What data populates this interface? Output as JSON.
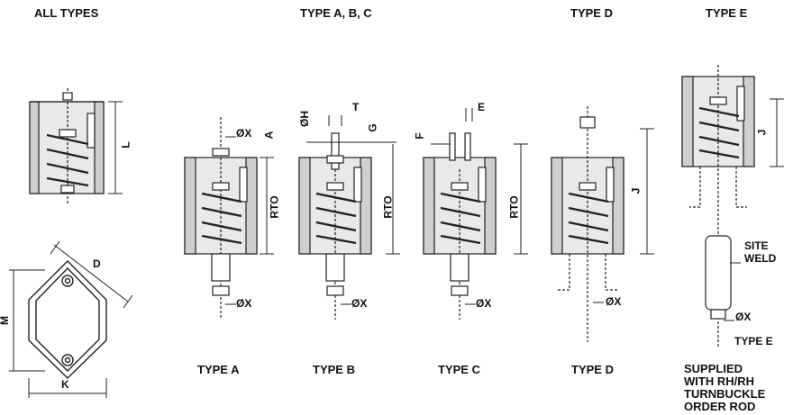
{
  "headers": {
    "all_types": "ALL TYPES",
    "type_abc": "TYPE A, B, C",
    "type_d": "TYPE D",
    "type_e": "TYPE E"
  },
  "captions": {
    "type_a": "TYPE A",
    "type_b": "TYPE B",
    "type_c": "TYPE C",
    "type_d": "TYPE D",
    "type_e_note": "SUPPLIED\nWITH RH/RH\nTURNBUCKLE\nORDER ROD"
  },
  "dims": {
    "L": "L",
    "M": "M",
    "K": "K",
    "D": "D",
    "ox": "ØX",
    "oh": "ØH",
    "A": "A",
    "T": "T",
    "G": "G",
    "F": "F",
    "E": "E",
    "J": "J",
    "rto": "RTO",
    "site_weld": "SITE\nWELD",
    "type_e_small": "TYPE E"
  }
}
